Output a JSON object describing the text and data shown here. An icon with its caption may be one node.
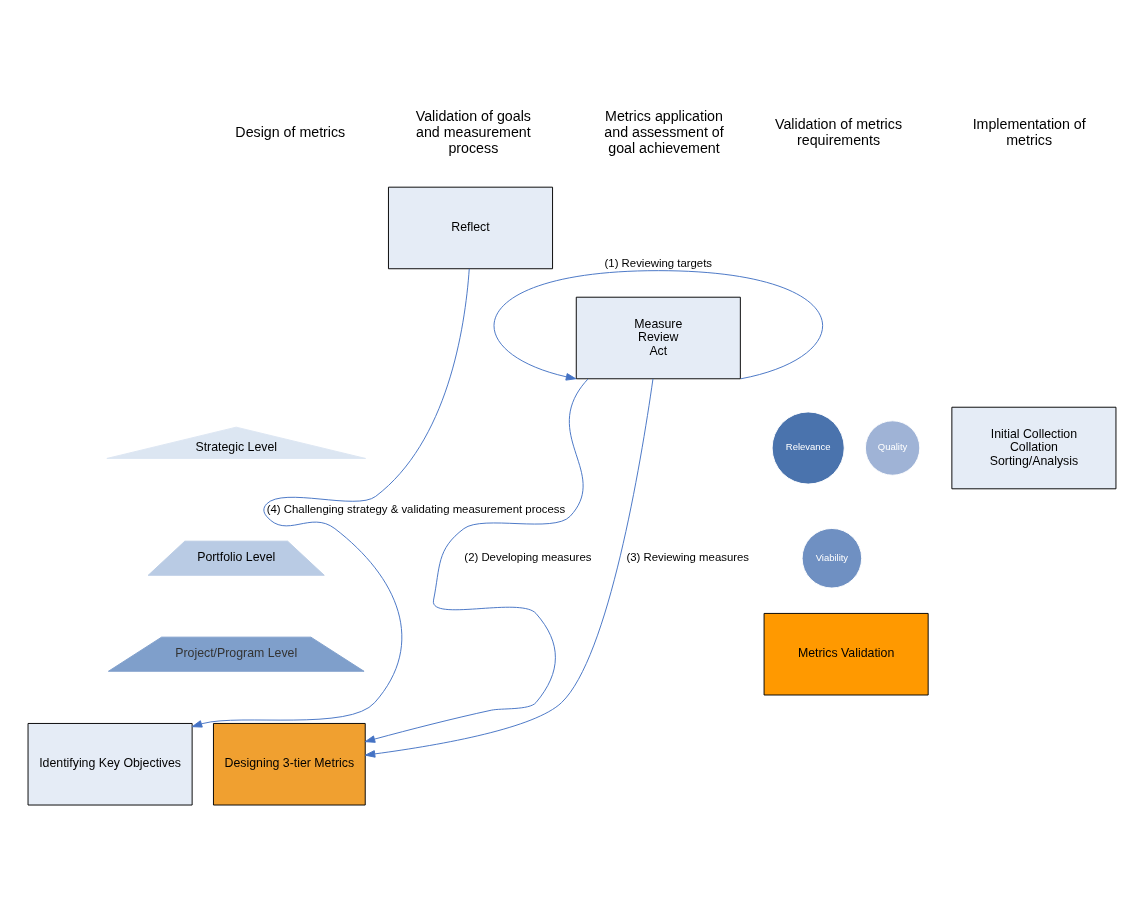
{
  "diagram": {
    "nodes": [
      {
        "text": [
          "Strategic Level"
        ]
      },
      {
        "text": [
          "Portfolio Level"
        ]
      },
      {
        "text": [
          "Project/Program Level"
        ]
      },
      {
        "text": [
          "Quality"
        ]
      },
      {
        "text": [
          "Relevance"
        ]
      },
      {
        "text": [
          "Viability"
        ]
      },
      {
        "text": [
          "Metrics Validation"
        ]
      },
      {
        "text": [
          "Initial Collection",
          "Collation",
          "Sorting/Analysis"
        ]
      },
      {
        "text": [
          "Measure",
          "Review",
          "Act"
        ]
      },
      {
        "text": [
          "Reflect"
        ]
      },
      {
        "text": [
          "Designing 3-tier Metrics"
        ]
      },
      {
        "text": [
          "Identifying Key Objectives"
        ]
      }
    ],
    "edges": [
      {
        "from": 8,
        "to": 8,
        "arrow": "to",
        "label": "(1) Reviewing targets"
      },
      {
        "from": 8,
        "to": 10,
        "arrow": "to",
        "label": "(2) Developing measures"
      },
      {
        "from": 8,
        "to": 10,
        "arrow": "to",
        "label": "(3) Reviewing measures"
      },
      {
        "from": 9,
        "to": 11,
        "arrow": "to",
        "label": "(4) Challenging strategy & validating measurement process"
      }
    ],
    "labels": [
      "Design of metrics",
      "Validation of metrics requirements",
      "Implementation of metrics",
      "Metrics application and assessment of goal achievement",
      "Validation of goals and measurement process"
    ]
  }
}
